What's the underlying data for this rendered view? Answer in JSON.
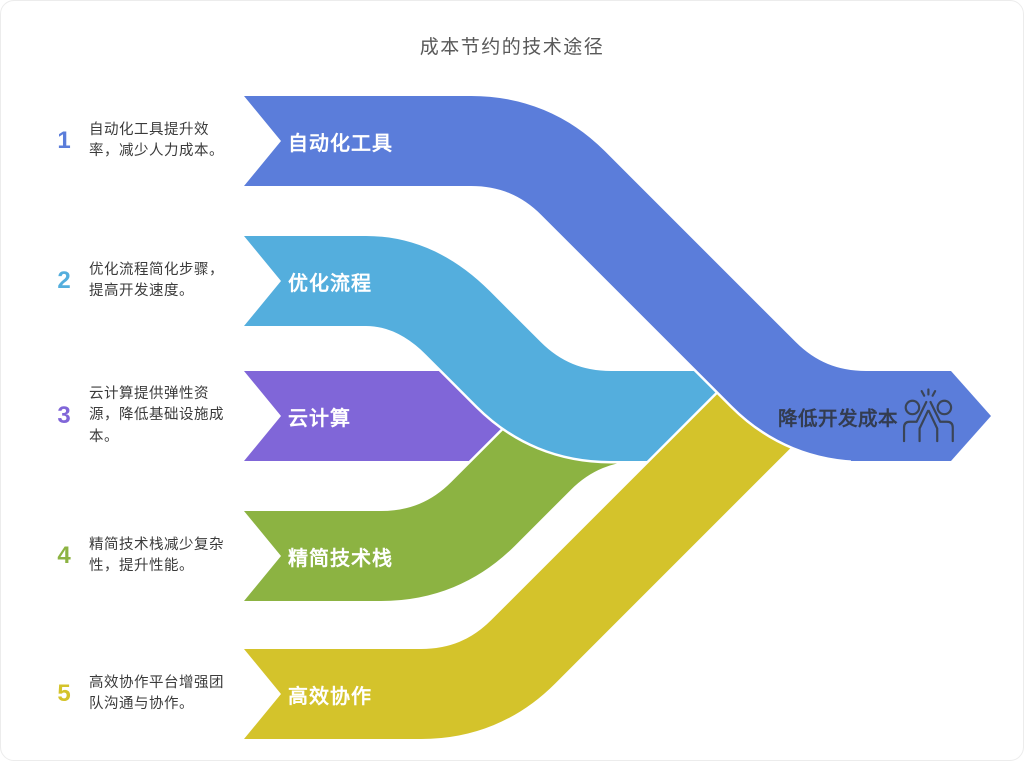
{
  "title": "成本节约的技术途径",
  "items": [
    {
      "number": "1",
      "label": "自动化工具",
      "description": "自动化工具提升效\n率，减少人力成本。",
      "color": "#5b7dda"
    },
    {
      "number": "2",
      "label": "优化流程",
      "description": "优化流程简化步骤，\n提高开发速度。",
      "color": "#54aedd"
    },
    {
      "number": "3",
      "label": "云计算",
      "description": "云计算提供弹性资\n源，降低基础设施成\n本。",
      "color": "#8066d8"
    },
    {
      "number": "4",
      "label": "精简技术栈",
      "description": "精简技术栈减少复杂\n性，提升性能。",
      "color": "#8cb342"
    },
    {
      "number": "5",
      "label": "高效协作",
      "description": "高效协作平台增强团\n队沟通与协作。",
      "color": "#d4c32b"
    }
  ],
  "result": {
    "label": "降低开发成本",
    "icon": "high-five-icon",
    "color": "#5b7dda",
    "text_color": "#333c50",
    "icon_color": "#3a4456"
  },
  "styles": {
    "title_color": "#595959",
    "description_color": "#3b3b3b",
    "label_color": "#ffffff",
    "outline_color": "#ffffff",
    "background": "#ffffff"
  }
}
